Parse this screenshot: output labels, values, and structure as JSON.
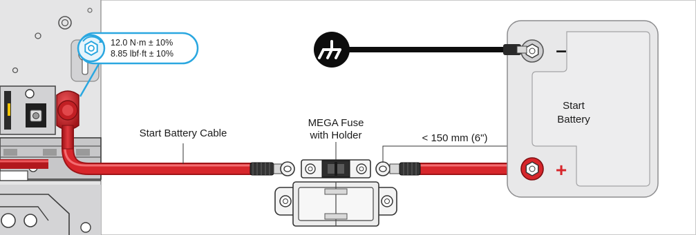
{
  "callouts": {
    "torque_nm": "12.0 N·m ± 10%",
    "torque_lbf": "8.85 lbf·ft ± 10%",
    "cable_label": "Start Battery Cable",
    "fuse_line1": "MEGA Fuse",
    "fuse_line2": "with Holder",
    "distance": "< 150 mm (6\")",
    "battery_line1": "Start",
    "battery_line2": "Battery",
    "negative_sign": "–",
    "positive_sign": "+"
  },
  "icons": {
    "torque": "nut-torque-icon",
    "ground": "ground-symbol-icon"
  },
  "colors": {
    "cable_red": "#d7262b",
    "accent_blue": "#2aa7e0",
    "battery_fill": "#e8e8e9",
    "panel_fill": "#e5e5e6",
    "frame_border": "#b8b8b8"
  }
}
